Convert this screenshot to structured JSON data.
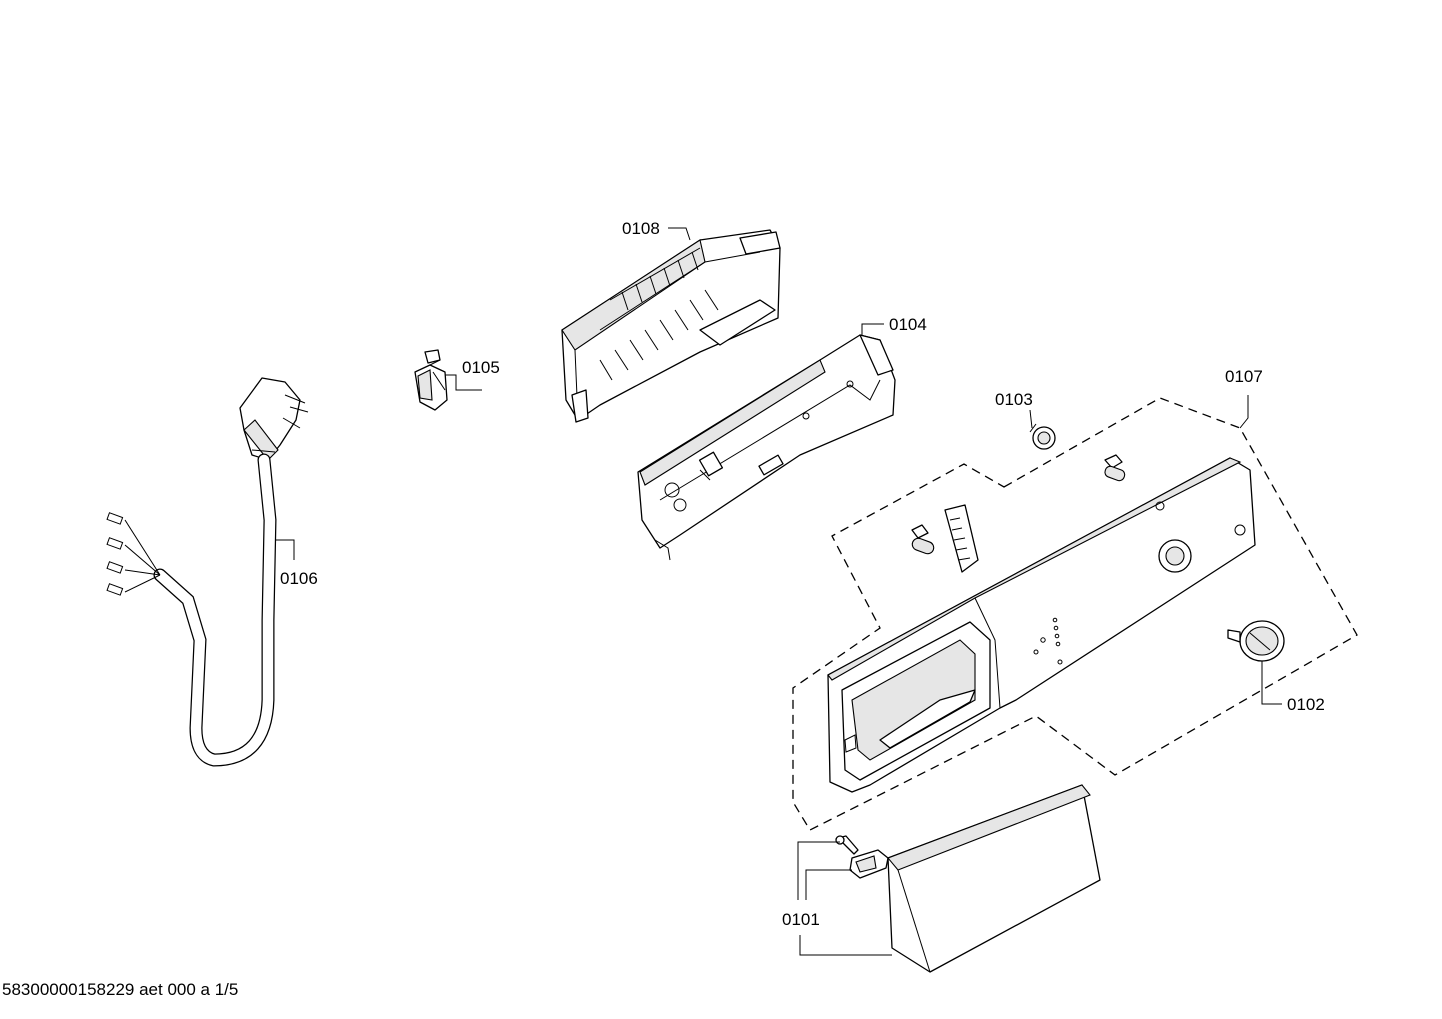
{
  "labels": {
    "p0101": "0101",
    "p0102": "0102",
    "p0103": "0103",
    "p0104": "0104",
    "p0105": "0105",
    "p0106": "0106",
    "p0107": "0107",
    "p0108": "0108"
  },
  "footer": "58300000158229 aet 000 a 1/5"
}
